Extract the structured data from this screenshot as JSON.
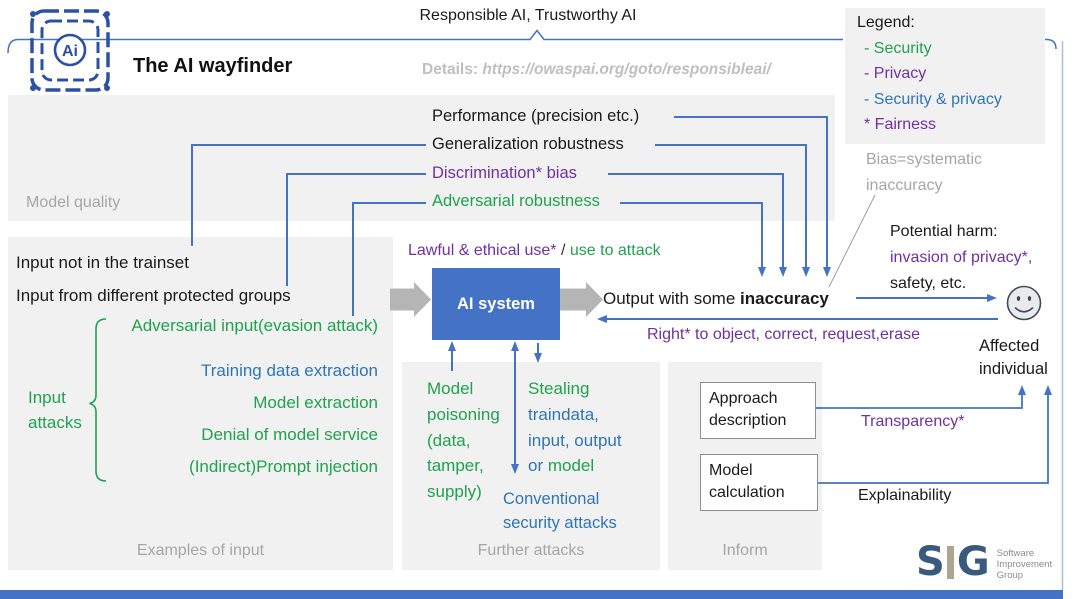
{
  "colors": {
    "green_security": "#1FA24E",
    "purple_privacy": "#7030A0",
    "blue_security_privacy": "#2E75B6",
    "line_blue": "#4472C4",
    "ai_box_blue": "#4472C4",
    "panel_gray": "#F1F1F1",
    "label_gray": "#A6A6A6",
    "logo_blue": "#2B51A4",
    "sig_blue": "#3A5A7D",
    "sig_tan": "#ACA590"
  },
  "header": {
    "banner": "Responsible AI, Trustworthy AI",
    "title": "The AI wayfinder",
    "details_label": "Details: ",
    "details_url": "https://owaspai.org/goto/responsibleai/",
    "logo_text": "Ai"
  },
  "legend": {
    "title": "Legend:",
    "items": [
      {
        "label": "- Security"
      },
      {
        "label": "- Privacy"
      },
      {
        "label": "- Security & privacy"
      },
      {
        "label": "* Fairness"
      }
    ]
  },
  "model_quality": {
    "label": "Model quality",
    "performance": "Performance (precision etc.)",
    "generalization": "Generalization robustness",
    "discrimination": "Discrimination* bias",
    "adversarial": "Adversarial robustness"
  },
  "bias_note": {
    "line1": "Bias=systematic",
    "line2": "inaccuracy"
  },
  "examples_of_input": {
    "label": "Examples of input",
    "input1": "Input not in the trainset",
    "input2": "Input from different protected groups",
    "adversarial_input": "Adversarial input(evasion attack)",
    "training_data_extraction": "Training data extraction",
    "model_extraction": "Model extraction",
    "denial_of_service": "Denial of model service",
    "prompt_injection": "(Indirect)Prompt injection",
    "group_label_line1": "Input",
    "group_label_line2": "attacks"
  },
  "ai_system": {
    "box_label": "AI system",
    "use_purple": "Lawful & ethical use*",
    "use_sep": " / ",
    "use_green": "use to attack",
    "output_prefix": "Output with some ",
    "output_bold": "inaccuracy",
    "rights_line": "Right* to object, correct, request,erase"
  },
  "harm": {
    "line1": "Potential harm:",
    "line2": "invasion of privacy*,",
    "line3": "safety, etc."
  },
  "affected": {
    "line1": "Affected",
    "line2": "individual"
  },
  "further_attacks": {
    "label": "Further attacks",
    "poisoning_l1": "Model",
    "poisoning_l2": "poisoning",
    "poisoning_l3": "(data,",
    "poisoning_l4": "tamper,",
    "poisoning_l5": "supply)",
    "stealing_l1": "Stealing",
    "stealing_l2": "traindata,",
    "stealing_l3": "input, output",
    "stealing_l4a": "or ",
    "stealing_l4b": "model",
    "conventional_l1": "Conventional",
    "conventional_l2": "security attacks"
  },
  "inform": {
    "label": "Inform",
    "approach_l1": "Approach",
    "approach_l2": "description",
    "model_calc_l1": "Model",
    "model_calc_l2": "calculation",
    "transparency": "Transparency*",
    "explainability": "Explainability"
  },
  "sig": {
    "letter_s": "S",
    "letter_g": "G",
    "line1": "Software",
    "line2": "Improvement",
    "line3": "Group"
  }
}
